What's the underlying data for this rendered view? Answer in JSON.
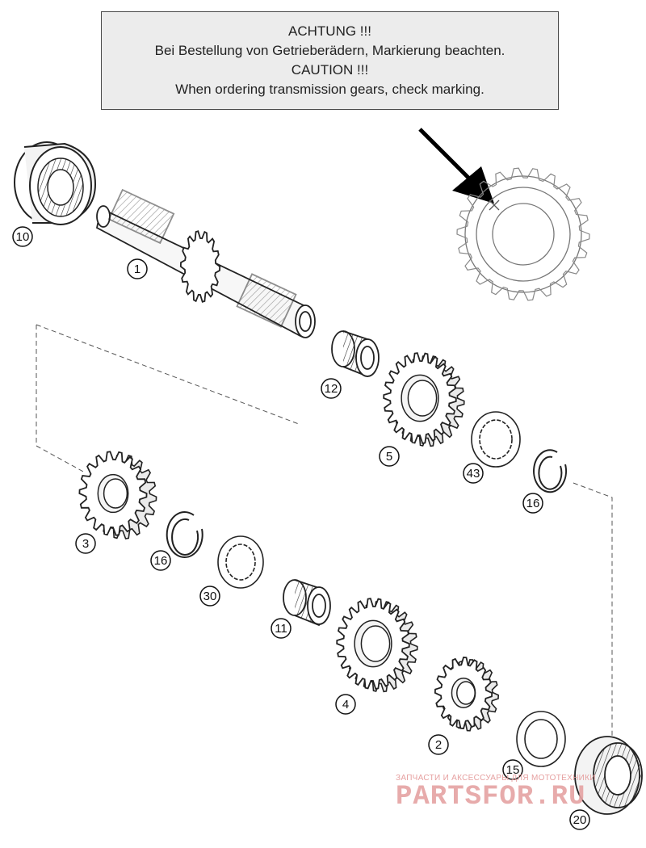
{
  "notice": {
    "line1": "ACHTUNG !!!",
    "line2": "Bei Bestellung von Getrieberädern, Markierung beachten.",
    "line3": "CAUTION !!!",
    "line4": "When ordering transmission gears, check marking."
  },
  "callouts": [
    {
      "id": "c10",
      "label": "10"
    },
    {
      "id": "c1",
      "label": "1"
    },
    {
      "id": "c12",
      "label": "12"
    },
    {
      "id": "c5",
      "label": "5"
    },
    {
      "id": "c43",
      "label": "43"
    },
    {
      "id": "c16a",
      "label": "16"
    },
    {
      "id": "c3",
      "label": "3"
    },
    {
      "id": "c16b",
      "label": "16"
    },
    {
      "id": "c30",
      "label": "30"
    },
    {
      "id": "c11",
      "label": "11"
    },
    {
      "id": "c4",
      "label": "4"
    },
    {
      "id": "c2",
      "label": "2"
    },
    {
      "id": "c15",
      "label": "15"
    },
    {
      "id": "c20",
      "label": "20"
    }
  ],
  "watermark": {
    "tagline": "ЗАПЧАСТИ И АКСЕССУАРЫ ДЛЯ МОТОТЕХНИКИ",
    "brand": "PARTSFOR.RU"
  }
}
